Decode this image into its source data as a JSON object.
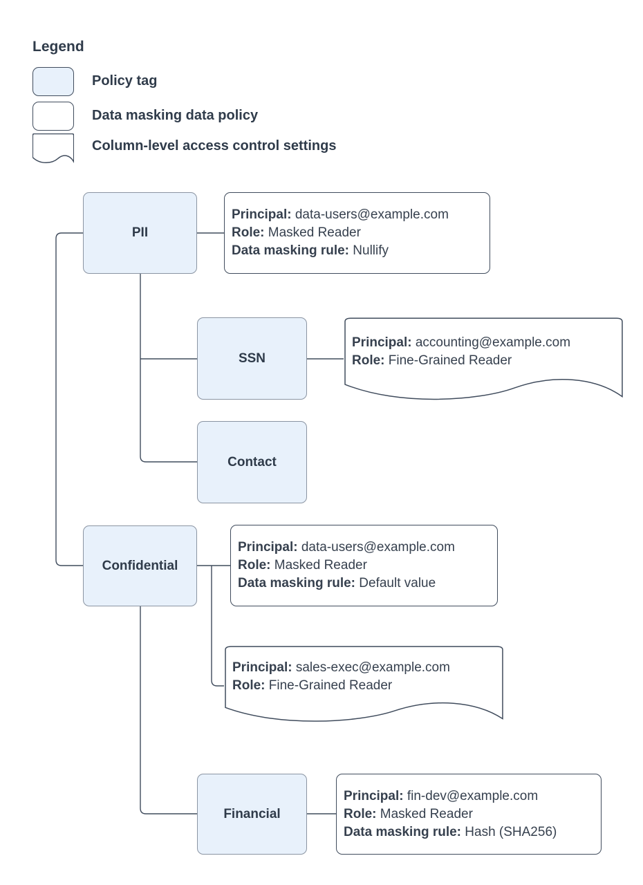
{
  "colors": {
    "background": "#ffffff",
    "policy_tag_fill": "#e8f1fb",
    "policy_tag_border": "#8a94a2",
    "box_border": "#3f4b5c",
    "connector": "#3f4b5c",
    "text": "#36404e"
  },
  "legend": {
    "title": "Legend",
    "items": [
      {
        "shape": "policy-tag",
        "label": "Policy tag"
      },
      {
        "shape": "data-masking-policy",
        "label": "Data masking data policy"
      },
      {
        "shape": "column-access-settings",
        "label": "Column-level access control settings"
      }
    ]
  },
  "policy_tags": [
    {
      "id": "pii",
      "label": "PII"
    },
    {
      "id": "ssn",
      "label": "SSN"
    },
    {
      "id": "contact",
      "label": "Contact"
    },
    {
      "id": "confidential",
      "label": "Confidential"
    },
    {
      "id": "financial",
      "label": "Financial"
    }
  ],
  "data_policies": [
    {
      "attached_to": "PII",
      "type": "data-masking",
      "lines": [
        {
          "label": "Principal:",
          "value": "data-users@example.com"
        },
        {
          "label": "Role:",
          "value": "Masked Reader"
        },
        {
          "label": "Data masking rule:",
          "value": "Nullify"
        }
      ]
    },
    {
      "attached_to": "SSN",
      "type": "column-level-access",
      "lines": [
        {
          "label": "Principal:",
          "value": "accounting@example.com"
        },
        {
          "label": "Role:",
          "value": "Fine-Grained Reader"
        }
      ]
    },
    {
      "attached_to": "Confidential",
      "type": "data-masking",
      "lines": [
        {
          "label": "Principal:",
          "value": "data-users@example.com"
        },
        {
          "label": "Role:",
          "value": "Masked Reader"
        },
        {
          "label": "Data masking rule:",
          "value": "Default value"
        }
      ]
    },
    {
      "attached_to": "Confidential",
      "type": "column-level-access",
      "lines": [
        {
          "label": "Principal:",
          "value": "sales-exec@example.com"
        },
        {
          "label": "Role:",
          "value": "Fine-Grained Reader"
        }
      ]
    },
    {
      "attached_to": "Financial",
      "type": "data-masking",
      "lines": [
        {
          "label": "Principal:",
          "value": "fin-dev@example.com"
        },
        {
          "label": "Role:",
          "value": "Masked Reader"
        },
        {
          "label": "Data masking rule:",
          "value": "Hash (SHA256)"
        }
      ]
    }
  ]
}
